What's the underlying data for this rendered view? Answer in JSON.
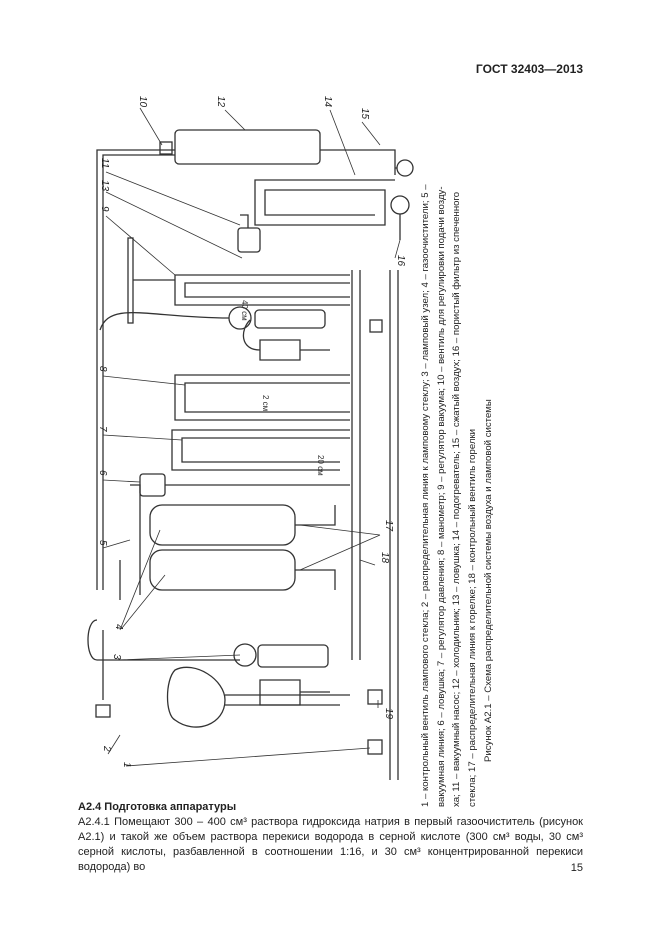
{
  "header": {
    "standard": "ГОСТ 32403—2013"
  },
  "figure": {
    "labels": {
      "l1": "1",
      "l2": "2",
      "l3": "3",
      "l4": "4",
      "l5": "5",
      "l6": "6",
      "l7": "7",
      "l8": "8",
      "l9": "9",
      "l10": "10",
      "l11": "11",
      "l12": "12",
      "l13": "13",
      "l14": "14",
      "l15": "15",
      "l16": "16",
      "l17": "17",
      "l18": "18",
      "l19": "19"
    },
    "scales": {
      "s40": "40 см",
      "s2": "2 см",
      "s20": "20 см"
    },
    "legend": [
      "1 – контрольный вентиль лампового стекла; 2 – распределительная линия к ламповому стеклу; 3 – ламповый узел; 4 – газоочистители; 5 –",
      "вакуумная линия; 6 – ловушка; 7 – регулятор давления; 8 – манометр; 9 – регулятор вакуума; 10 – вентиль для регулировки подачи возду-",
      "ха; 11 – вакуумный насос; 12 – холодильник; 13 – ловушка; 14 – подогреватель; 15 – сжатый воздух; 16 – пористый фильтр из спеченного",
      "стекла; 17 – распределительная линия к горелке; 18 – контрольный вентиль горелки"
    ],
    "caption": "Рисунок А2.1 – Схема распределительной системы воздуха и ламповой системы"
  },
  "section": {
    "title": "А2.4 Подготовка аппаратуры",
    "paragraph": "А2.4.1 Помещают 300 – 400 см³ раствора гидроксида натрия в первый газоочиститель (рисунок А2.1) и такой же объем раствора перекиси водорода в серной кислоте (300 см³ воды, 30 см³ серной кислоты, разбавленной в соотношении 1:16, и 30 см³ концентрированной перекиси водорода) во"
  },
  "page_number": "15"
}
